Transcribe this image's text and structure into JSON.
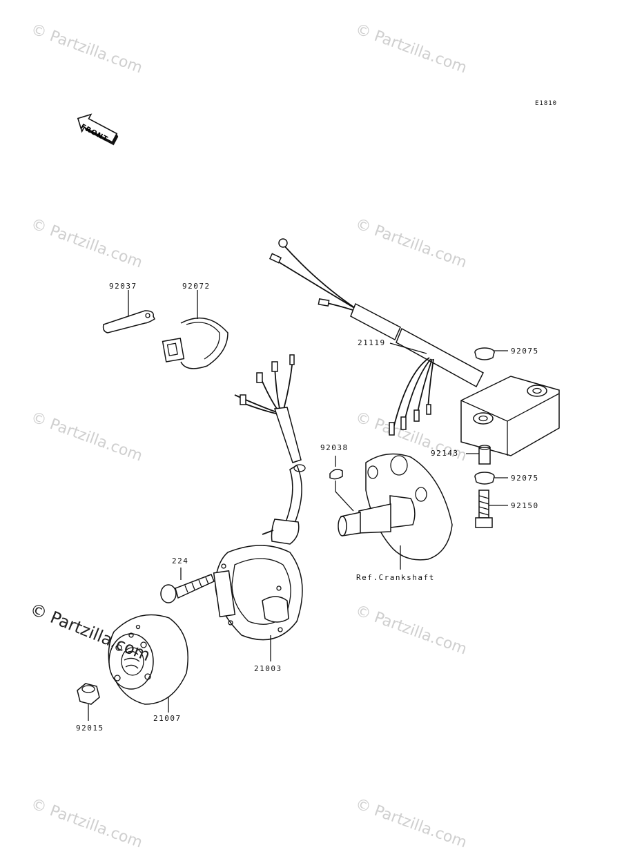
{
  "diagram": {
    "code": "E1810",
    "front_label": "FRONT",
    "watermark": "© Partzilla.com",
    "watermark_prominent": "© Partzilla.com",
    "parts": [
      {
        "number": "92037"
      },
      {
        "number": "92072"
      },
      {
        "number": "21119"
      },
      {
        "number": "92075"
      },
      {
        "number": "92038"
      },
      {
        "number": "92143"
      },
      {
        "number": "92075"
      },
      {
        "number": "92150"
      },
      {
        "number": "224"
      },
      {
        "number": "21003"
      },
      {
        "number": "21007"
      },
      {
        "number": "92015"
      }
    ],
    "reference": "Ref.Crankshaft"
  }
}
